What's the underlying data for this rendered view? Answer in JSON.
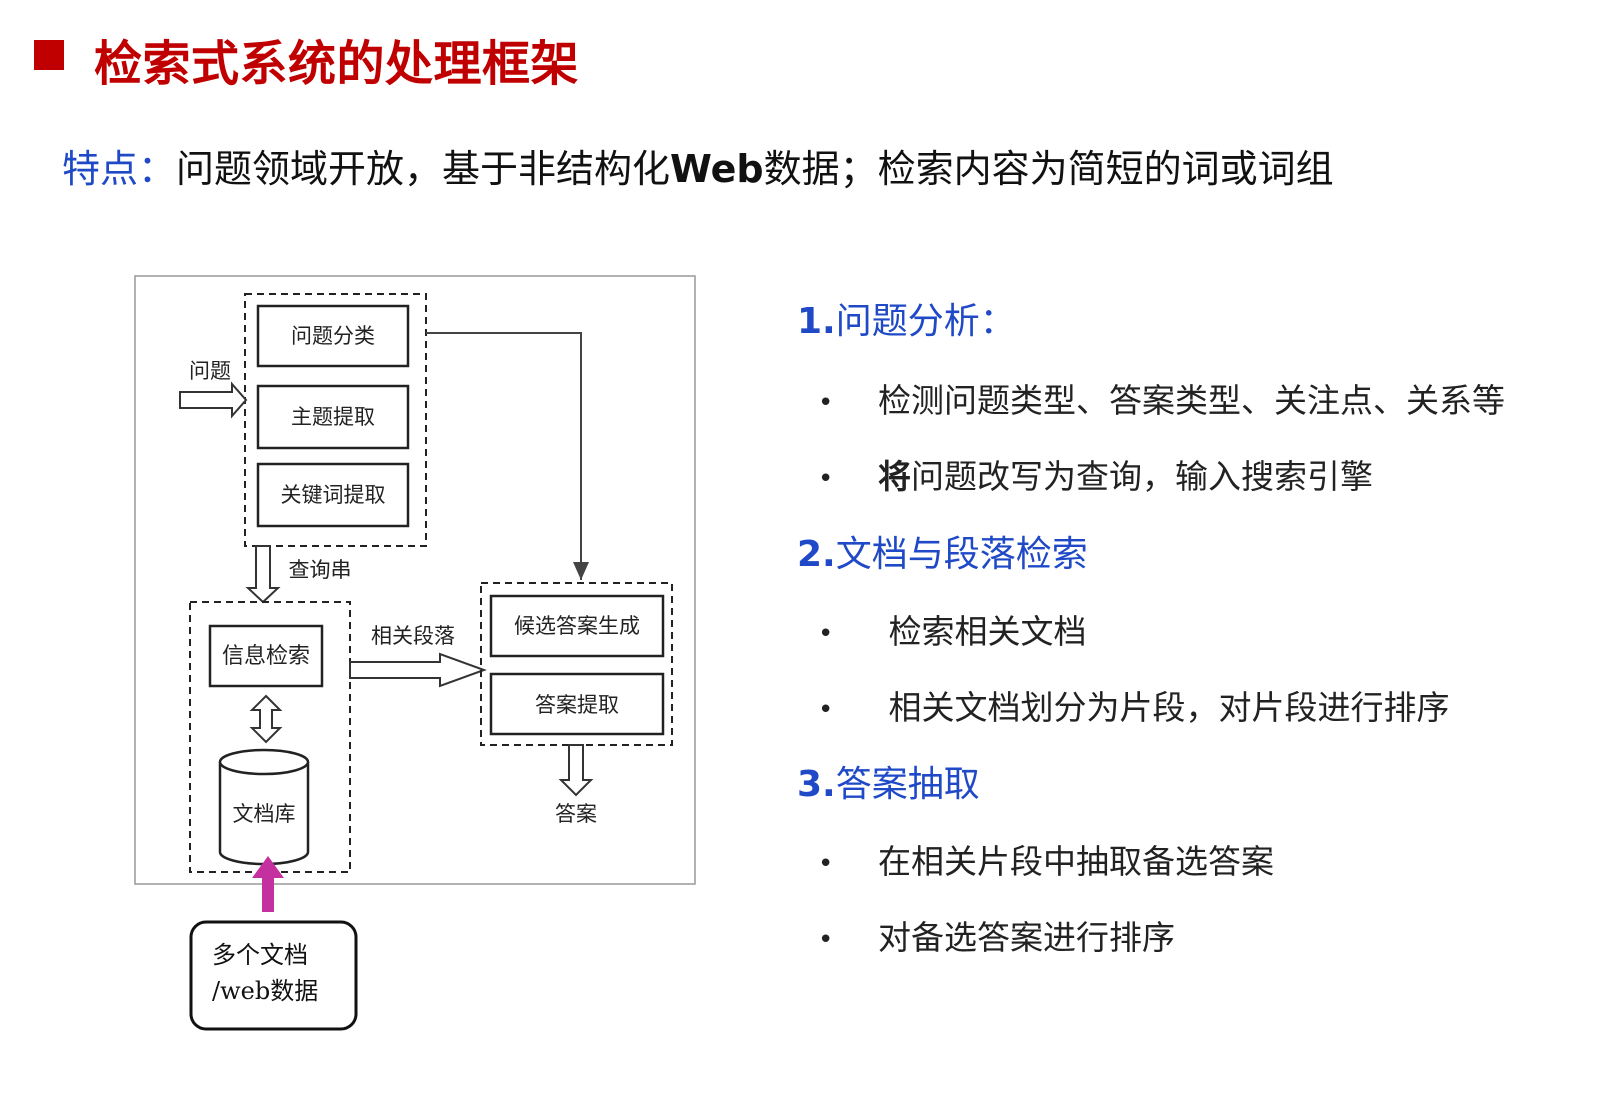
{
  "header": {
    "title": "检索式系统的处理框架"
  },
  "feature": {
    "label": "特点：",
    "text_before_web": "问题领域开放，基于非结构化",
    "web": "Web",
    "text_after_web": "数据；检索内容为简短的词或词组"
  },
  "diagram": {
    "question_label": "问题",
    "boxes": {
      "question_classification": "问题分类",
      "topic_extraction": "主题提取",
      "keyword_extraction": "关键词提取",
      "info_retrieval": "信息检索",
      "document_db": "文档库",
      "candidate_generation": "候选答案生成",
      "answer_extraction": "答案提取"
    },
    "query_string_label": "查询串",
    "related_passages_label": "相关段落",
    "answer_label": "答案",
    "source": {
      "line1": "多个文档",
      "line2": "/web数据"
    }
  },
  "steps": [
    {
      "number": "1.",
      "heading": "问题分析：",
      "bullets": [
        {
          "bold_lead": "",
          "text": "检测问题类型、答案类型、关注点、关系等"
        },
        {
          "bold_lead": "将",
          "text": "问题改写为查询，输入搜索引擎"
        }
      ]
    },
    {
      "number": "2.",
      "heading": "文档与段落检索",
      "bullets": [
        {
          "bold_lead": "",
          "text": " 检索相关文档"
        },
        {
          "bold_lead": "",
          "text": " 相关文档划分为片段，对片段进行排序"
        }
      ]
    },
    {
      "number": "3.",
      "heading": "答案抽取",
      "bullets": [
        {
          "bold_lead": "",
          "text": "在相关片段中抽取备选答案"
        },
        {
          "bold_lead": "",
          "text": "对备选答案进行排序"
        }
      ]
    }
  ],
  "bullet_symbol": "•",
  "colors": {
    "title_red": "#c00000",
    "accent_blue": "#1f49c7",
    "source_arrow_magenta": "#c4309f"
  }
}
